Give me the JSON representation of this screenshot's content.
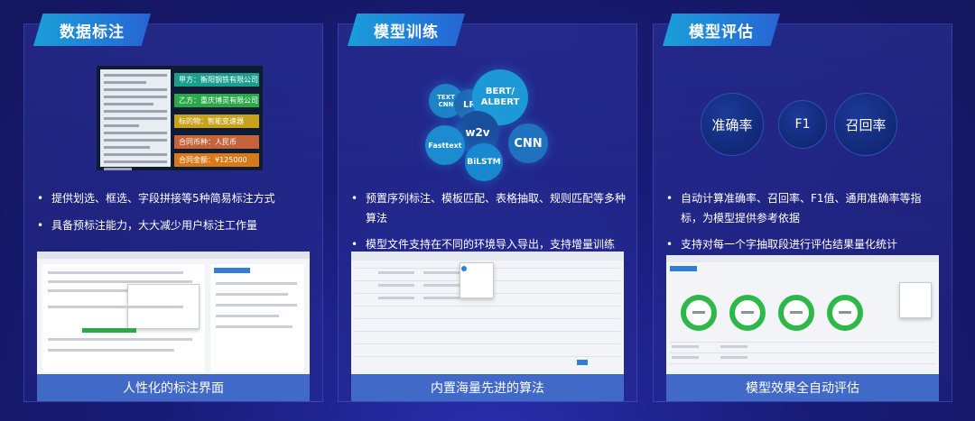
{
  "panels": [
    {
      "title": "数据标注",
      "bullets": [
        "提供划选、框选、字段拼接等5种简易标注方式",
        "具备预标注能力，大大减少用户标注工作量"
      ],
      "caption": "人性化的标注界面",
      "annotations": [
        "甲方：衡阳钢铁有限公司",
        "乙方：重庆博灵有限公司",
        "标的物：智能变速器",
        "合同币种：人民币",
        "合同金额：¥125000"
      ],
      "annotation_colors": [
        "#1a9e8e",
        "#2aa84a",
        "#c9a21c",
        "#c7633a",
        "#d87a1a"
      ]
    },
    {
      "title": "模型训练",
      "bullets": [
        "预置序列标注、模板匹配、表格抽取、规则匹配等多种算法",
        "模型文件支持在不同的环境导入导出，支持增量训练"
      ],
      "caption": "内置海量先进的算法",
      "models": [
        "TEXT CNN",
        "LR",
        "BERT/ ALBERT",
        "w2v",
        "Fasttext",
        "CNN",
        "BiLSTM"
      ]
    },
    {
      "title": "模型评估",
      "bullets": [
        "自动计算准确率、召回率、F1值、通用准确率等指标，为模型提供参考依据",
        "支持对每一个字抽取段进行评估结果量化统计"
      ],
      "caption": "模型效果全自动评估",
      "metrics": [
        "准确率",
        "F1",
        "召回率"
      ]
    }
  ],
  "colors": {
    "accent": "#1a9fd9",
    "ring": "#2eb84a"
  }
}
